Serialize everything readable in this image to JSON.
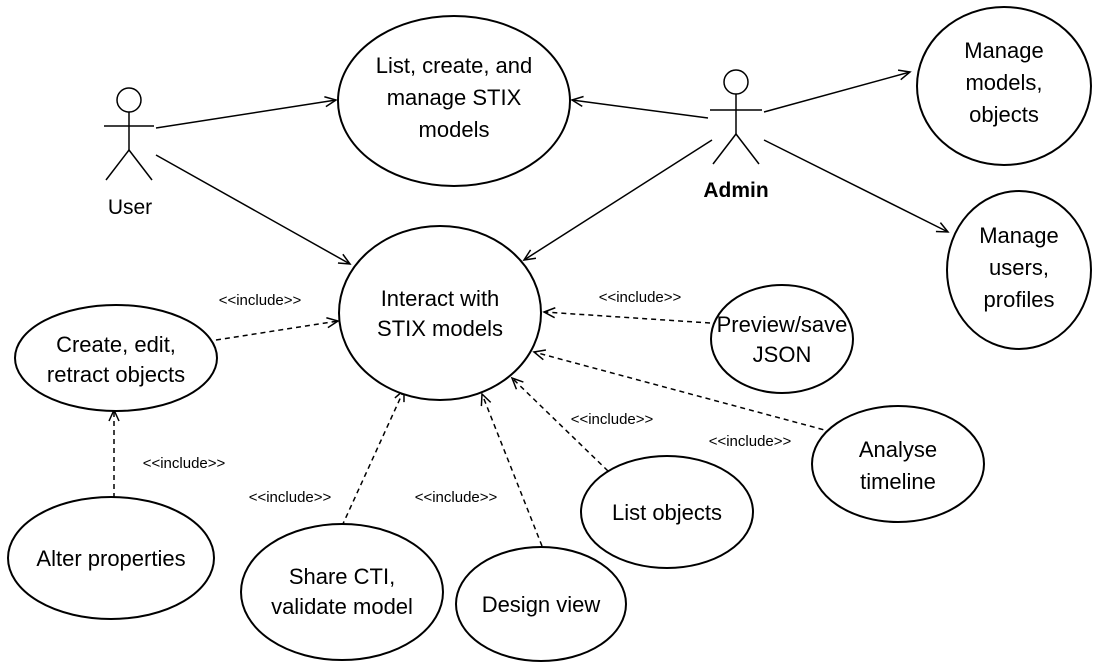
{
  "actors": {
    "user": {
      "label": "User"
    },
    "admin": {
      "label": "Admin"
    }
  },
  "use_cases": {
    "list_manage": [
      "List, create, and",
      "manage STIX",
      "models"
    ],
    "interact": [
      "Interact with",
      "STIX models"
    ],
    "manage_models": [
      "Manage",
      "models,",
      "objects"
    ],
    "manage_users": [
      "Manage",
      "users,",
      "profiles"
    ],
    "create_edit": [
      "Create, edit,",
      "retract objects"
    ],
    "preview_json": [
      "Preview/save",
      "JSON"
    ],
    "analyse_timeline": [
      "Analyse",
      "timeline"
    ],
    "list_objects": [
      "List objects"
    ],
    "alter_properties": [
      "Alter properties"
    ],
    "share_cti": [
      "Share CTI,",
      "validate model"
    ],
    "design_view": [
      "Design view"
    ]
  },
  "relation_label": "<<include>>"
}
